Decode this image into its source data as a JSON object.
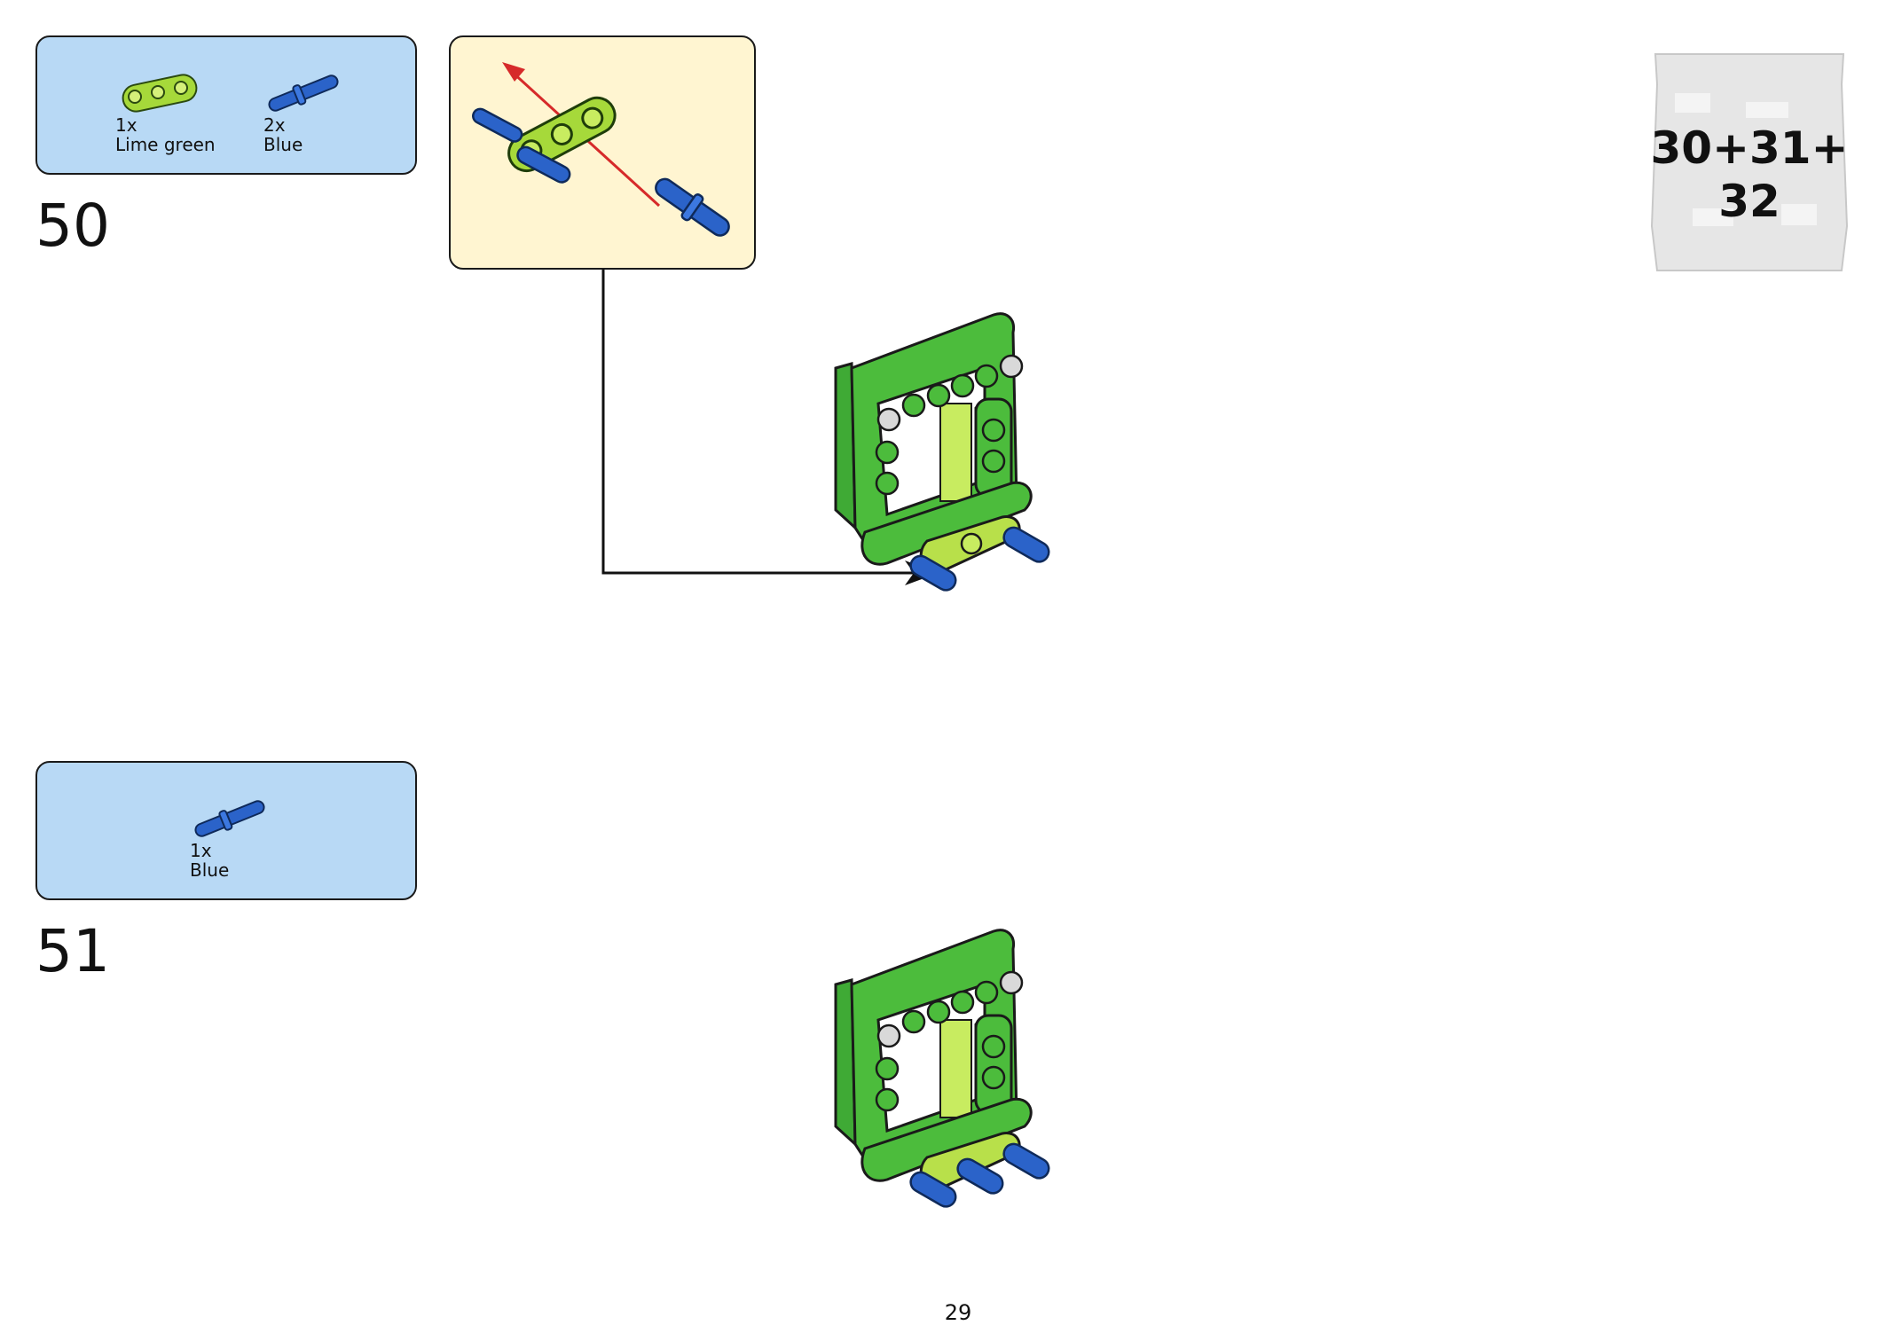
{
  "step_50": {
    "number": "50",
    "parts": [
      {
        "qty": "1x",
        "color": "Lime green",
        "icon": "lime-beam-icon"
      },
      {
        "qty": "2x",
        "color": "Blue",
        "icon": "blue-pin-icon"
      }
    ]
  },
  "step_51": {
    "number": "51",
    "parts": [
      {
        "qty": "1x",
        "color": "Blue",
        "icon": "blue-pin-icon"
      }
    ]
  },
  "bag": {
    "line1": "30+31+",
    "line2": "32"
  },
  "page_number": "29",
  "colors": {
    "parts_box": "#b8d9f5",
    "callout": "#fff5d1",
    "lime_green": "#a6d93a",
    "green": "#4cbc3c",
    "blue": "#2b63c9",
    "arrow_red": "#d62a2a"
  }
}
